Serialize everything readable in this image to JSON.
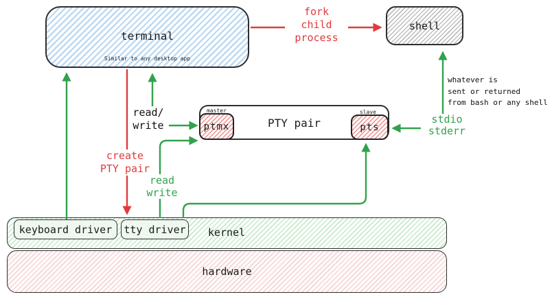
{
  "diagram": {
    "terminal": {
      "title": "terminal",
      "subtitle": "Similar to any desktop app"
    },
    "shell": {
      "title": "shell"
    },
    "pty": {
      "title": "PTY pair",
      "master_tag": "master",
      "slave_tag": "slave",
      "master_device": "ptmx",
      "slave_device": "pts"
    },
    "kernel": {
      "title": "kernel",
      "keyboard_driver": "keyboard driver",
      "tty_driver": "tty driver"
    },
    "hardware": {
      "title": "hardware"
    },
    "labels": {
      "fork": "fork\nchild\nprocess",
      "terminal_read_write": "read/\nwrite",
      "create_pty": "create\nPTY pair",
      "tty_read_write": "read\nwrite",
      "stdio_stderr": "stdio\nstderr",
      "shell_note": "whatever is\nsent or returned\nfrom bash or any shell"
    },
    "colors": {
      "arrow_red": "#e13a3a",
      "arrow_green": "#31a24c",
      "terminal_hatch": "#bcd9f2",
      "shell_hatch": "#bdbdbd",
      "pty_device_hatch": "#f0a0a0",
      "kernel_hatch": "#c9e9cd",
      "hardware_hatch": "#f4d6d6",
      "driver_fill": "#eef8ef",
      "border": "#2e2e2e"
    }
  }
}
